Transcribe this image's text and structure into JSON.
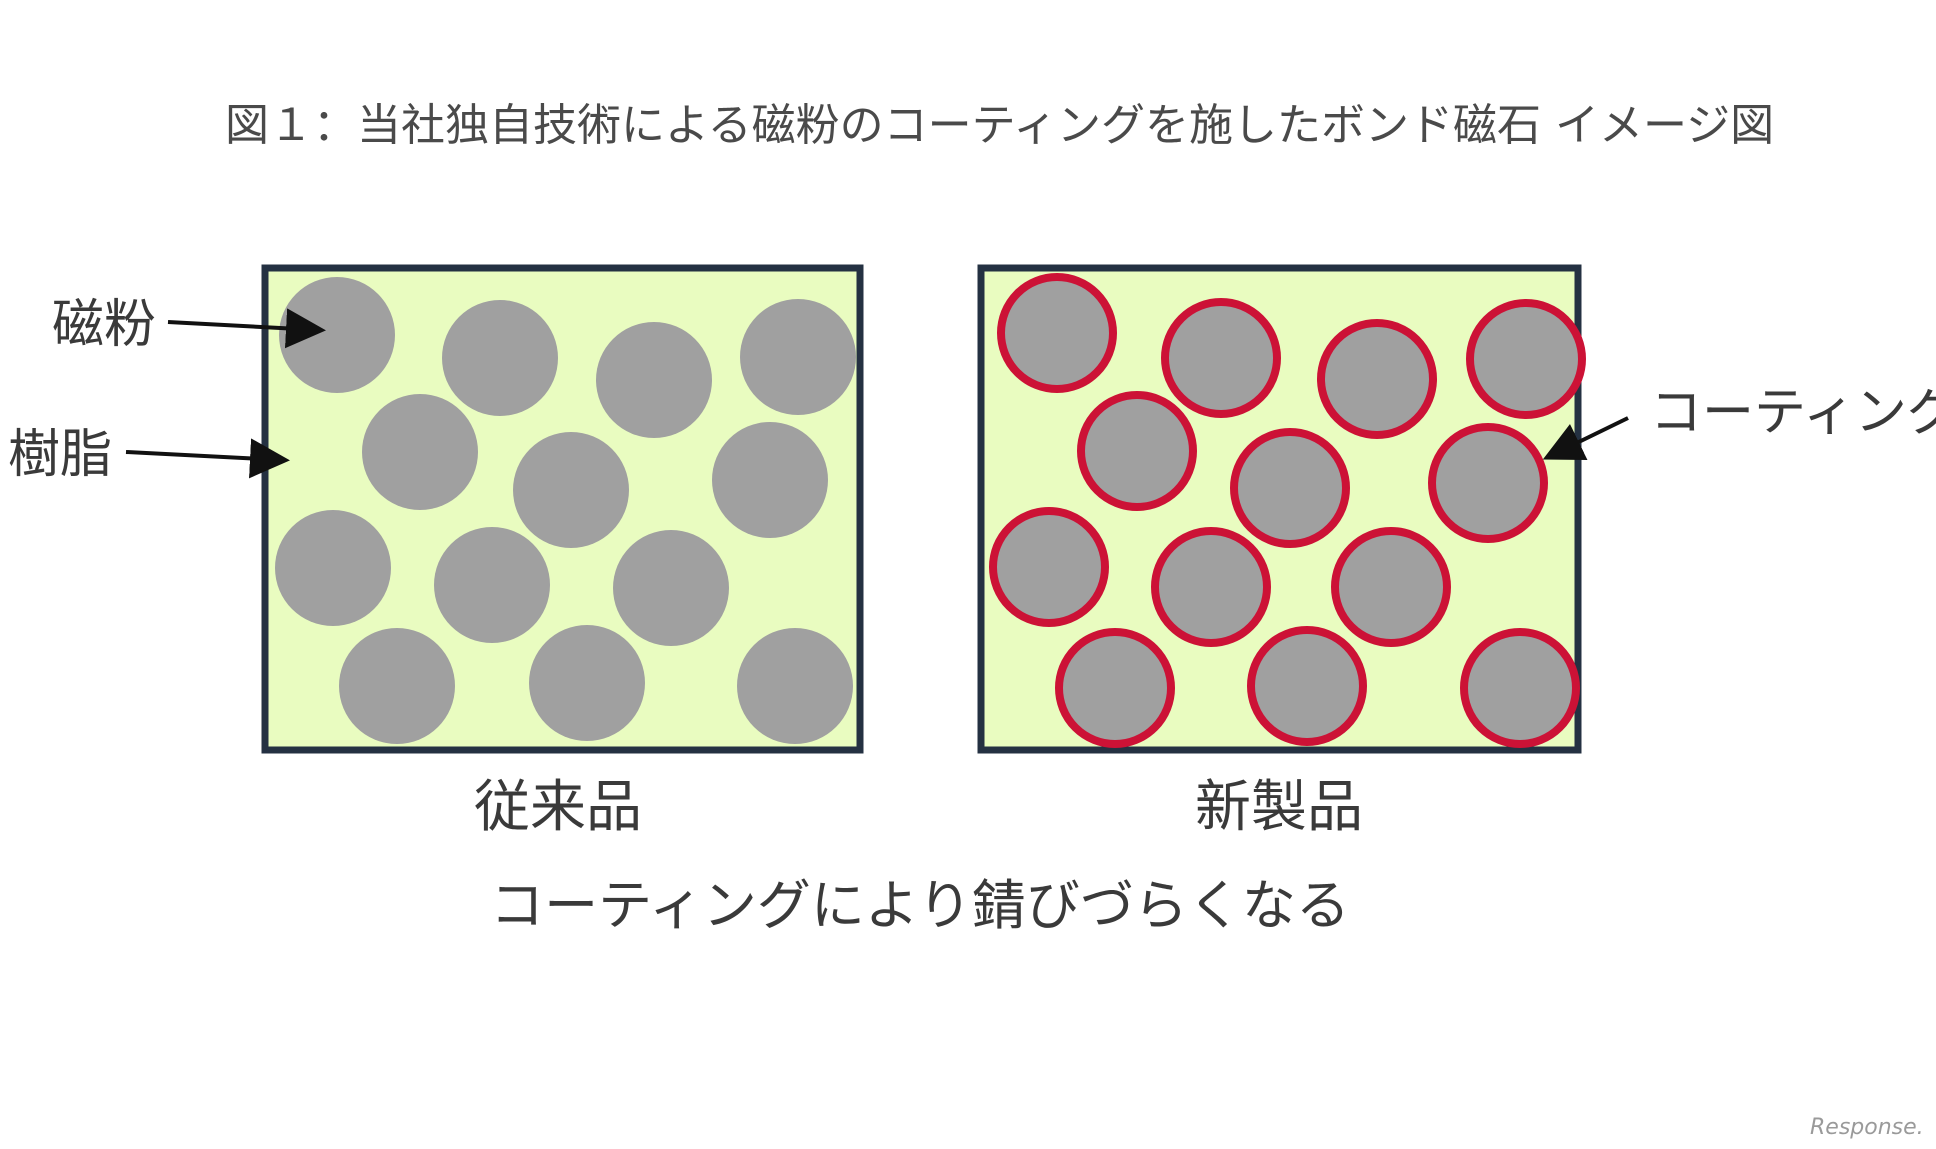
{
  "title": "図１：当社独自技術による磁粉のコーティングを施したボンド磁石 イメージ図",
  "labels": {
    "magnetic_powder": "磁粉",
    "resin": "樹脂",
    "coating": "コーティング",
    "conventional": "従来品",
    "new_product": "新製品",
    "caption": "コーティングにより錆びづらくなる"
  },
  "watermark": "Response.",
  "colors": {
    "resin_fill": "#e9fcc0",
    "panel_border": "#243142",
    "particle": "#a0a0a0",
    "coating": "#cc1236"
  },
  "icons": {
    "arrow": "arrow-right-icon"
  }
}
